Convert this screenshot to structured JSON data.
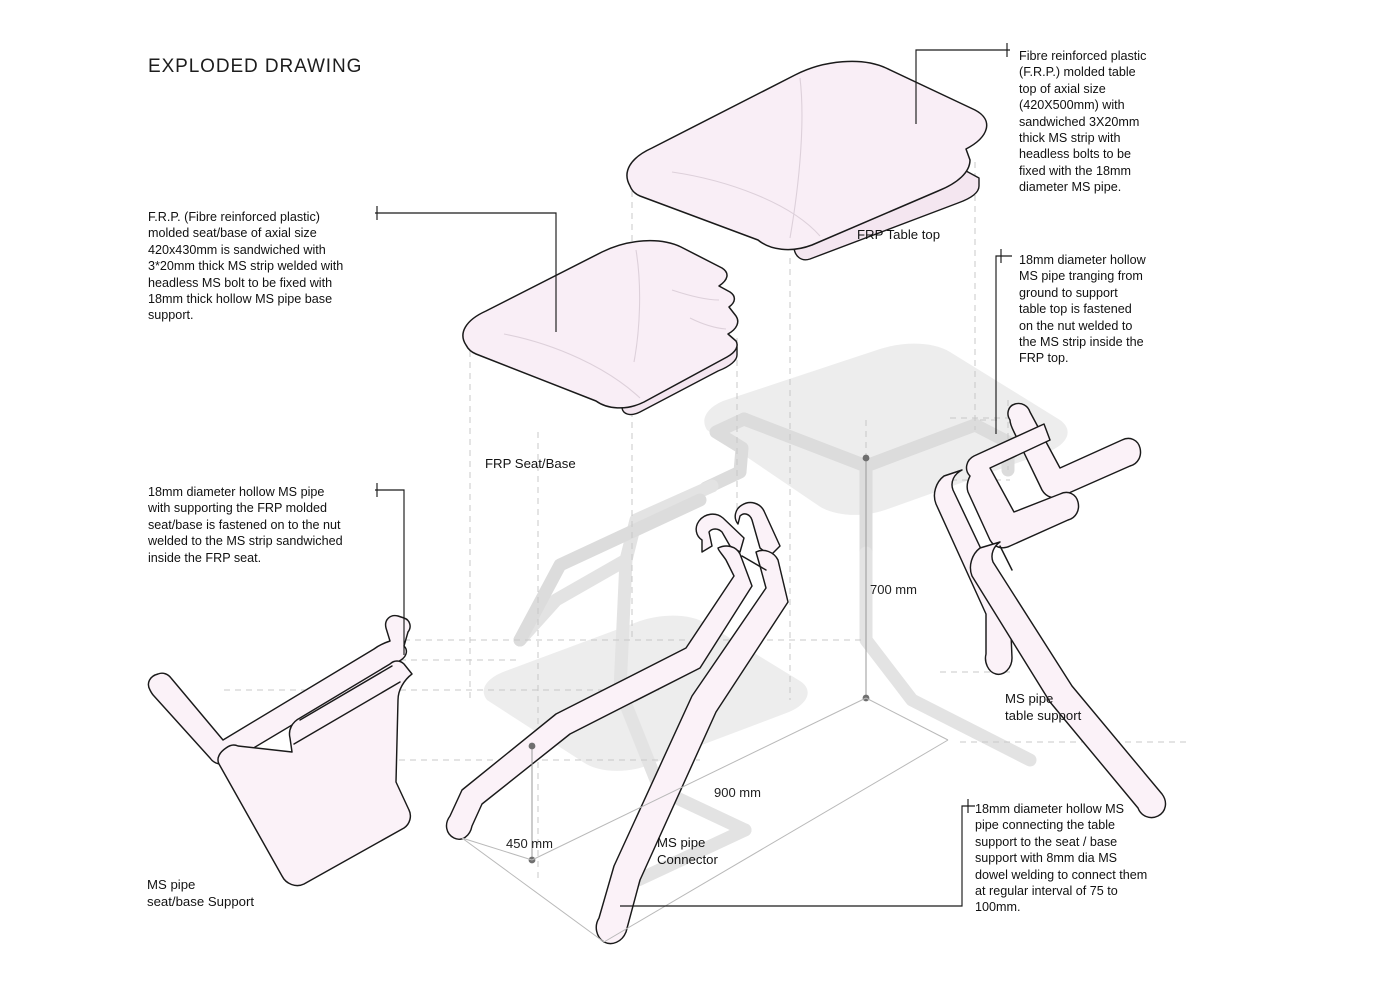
{
  "title": "EXPLODED DRAWING",
  "callouts": {
    "table_top": {
      "id": "frp-table-top-note",
      "lines": [
        "Fibre reinforced plastic",
        "(F.R.P.) molded table",
        "top of axial size",
        "(420X500mm) with",
        "sandwiched 3X20mm",
        "thick MS strip with",
        "headless bolts to be",
        "fixed with the 18mm",
        "diameter MS pipe."
      ]
    },
    "seat_base": {
      "id": "frp-seat-base-note",
      "lines": [
        "F.R.P. (Fibre reinforced plastic)",
        "molded seat/base of axial size",
        "420x430mm is sandwiched with",
        "3*20mm thick MS strip welded with",
        "headless MS bolt to be fixed with",
        "18mm thick hollow MS pipe base",
        "support."
      ]
    },
    "table_support": {
      "id": "ms-pipe-table-support-note",
      "lines": [
        "18mm diameter hollow",
        "MS pipe tranging from",
        "ground to support",
        "table top is fastened",
        "on the nut welded to",
        "the MS strip inside the",
        "FRP top."
      ]
    },
    "seat_support": {
      "id": "ms-pipe-seat-support-note",
      "lines": [
        "18mm diameter hollow MS pipe",
        "with supporting the FRP molded",
        "seat/base is fastened on to the nut",
        "welded to the MS strip sandwiched",
        "inside the FRP seat."
      ]
    },
    "connector": {
      "id": "ms-pipe-connector-note",
      "lines": [
        "18mm diameter hollow MS",
        "pipe connecting the table",
        "support to the seat / base",
        "support with 8mm dia MS",
        "dowel welding to connect them",
        "at regular interval of 75 to",
        "100mm."
      ]
    }
  },
  "part_labels": {
    "frp_table_top": "FRP Table top",
    "frp_seat_base": "FRP Seat/Base",
    "ms_pipe_seat_support": "MS pipe\nseat/base Support",
    "ms_pipe_connector": "MS pipe\nConnector",
    "ms_pipe_table_support": "MS pipe\ntable support"
  },
  "dimensions": {
    "height_table": "700 mm",
    "span_base": "900 mm",
    "height_seat": "450 mm"
  },
  "colors": {
    "frp_fill": "#f9eef6",
    "pipe_fill": "#fbf2f8",
    "outline": "#1a1a1a",
    "ghost": "#e9e9e9",
    "ghost_pipe": "#dcdcdc",
    "dash": "#c9c9c9",
    "dim": "#8a8a8a",
    "background": "#ffffff"
  }
}
